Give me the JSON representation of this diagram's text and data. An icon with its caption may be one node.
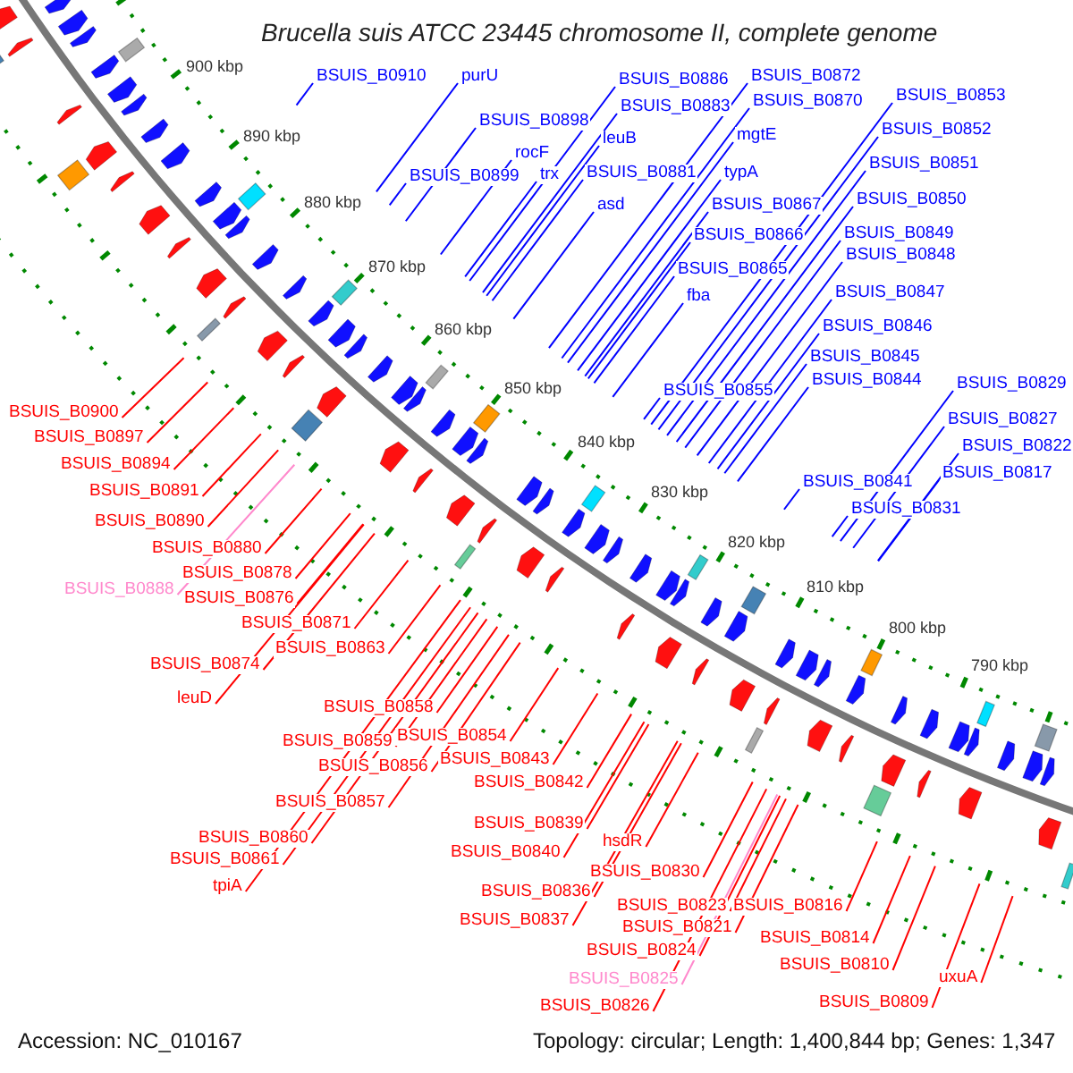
{
  "diagram": {
    "title": "Brucella suis ATCC 23445 chromosome II, complete genome",
    "nodes": [
      {
        "text": [
          "BSUIS_B0910"
        ]
      },
      {
        "text": [
          "purU"
        ]
      },
      {
        "text": [
          "BSUIS_B0886"
        ]
      },
      {
        "text": [
          "BSUIS_B0872"
        ]
      },
      {
        "text": [
          "BSUIS_B0870"
        ]
      },
      {
        "text": [
          "BSUIS_B0883"
        ]
      },
      {
        "text": [
          "BSUIS_B0853"
        ]
      },
      {
        "text": [
          "BSUIS_B0898"
        ]
      },
      {
        "text": [
          "BSUIS_B0852"
        ]
      },
      {
        "text": [
          "mgtE"
        ]
      },
      {
        "text": [
          "leuB"
        ]
      },
      {
        "text": [
          "rocF"
        ]
      },
      {
        "text": [
          "BSUIS_B0851"
        ]
      },
      {
        "text": [
          "typA"
        ]
      },
      {
        "text": [
          "BSUIS_B0881"
        ]
      },
      {
        "text": [
          "trx"
        ]
      },
      {
        "text": [
          "BSUIS_B0899"
        ]
      },
      {
        "text": [
          "BSUIS_B0850"
        ]
      },
      {
        "text": [
          "asd"
        ]
      },
      {
        "text": [
          "BSUIS_B0867"
        ]
      },
      {
        "text": [
          "BSUIS_B0849"
        ]
      },
      {
        "text": [
          "BSUIS_B0866"
        ]
      },
      {
        "text": [
          "BSUIS_B0848"
        ]
      },
      {
        "text": [
          "BSUIS_B0865"
        ]
      },
      {
        "text": [
          "BSUIS_B0847"
        ]
      },
      {
        "text": [
          "fba"
        ]
      },
      {
        "text": [
          "BSUIS_B0846"
        ]
      },
      {
        "text": [
          "BSUIS_B0845"
        ]
      },
      {
        "text": [
          "BSUIS_B0844"
        ]
      },
      {
        "text": [
          "BSUIS_B0829"
        ]
      },
      {
        "text": [
          "BSUIS_B0855"
        ]
      },
      {
        "text": [
          "BSUIS_B0827"
        ]
      },
      {
        "text": [
          "BSUIS_B0822"
        ]
      },
      {
        "text": [
          "BSUIS_B0817"
        ]
      },
      {
        "text": [
          "BSUIS_B0841"
        ]
      },
      {
        "text": [
          "BSUIS_B0831"
        ]
      },
      {
        "text": [
          "BSUIS_B0900"
        ]
      },
      {
        "text": [
          "BSUIS_B0897"
        ]
      },
      {
        "text": [
          "BSUIS_B0894"
        ]
      },
      {
        "text": [
          "BSUIS_B0891"
        ]
      },
      {
        "text": [
          "BSUIS_B0890"
        ]
      },
      {
        "text": [
          "BSUIS_B0880"
        ]
      },
      {
        "text": [
          "BSUIS_B0878"
        ]
      },
      {
        "text": [
          "BSUIS_B0888"
        ]
      },
      {
        "text": [
          "BSUIS_B0876"
        ]
      },
      {
        "text": [
          "BSUIS_B0871"
        ]
      },
      {
        "text": [
          "BSUIS_B0863"
        ]
      },
      {
        "text": [
          "BSUIS_B0874"
        ]
      },
      {
        "text": [
          "leuD"
        ]
      },
      {
        "text": [
          "BSUIS_B0858"
        ]
      },
      {
        "text": [
          "BSUIS_B0854"
        ]
      },
      {
        "text": [
          "BSUIS_B0859"
        ]
      },
      {
        "text": [
          "BSUIS_B0843"
        ]
      },
      {
        "text": [
          "BSUIS_B0856"
        ]
      },
      {
        "text": [
          "BSUIS_B0842"
        ]
      },
      {
        "text": [
          "BSUIS_B0857"
        ]
      },
      {
        "text": [
          "BSUIS_B0839"
        ]
      },
      {
        "text": [
          "BSUIS_B0860"
        ]
      },
      {
        "text": [
          "hsdR"
        ]
      },
      {
        "text": [
          "BSUIS_B0840"
        ]
      },
      {
        "text": [
          "BSUIS_B0861"
        ]
      },
      {
        "text": [
          "BSUIS_B0830"
        ]
      },
      {
        "text": [
          "tpiA"
        ]
      },
      {
        "text": [
          "BSUIS_B0836"
        ]
      },
      {
        "text": [
          "BSUIS_B0823"
        ]
      },
      {
        "text": [
          "BSUIS_B0816"
        ]
      },
      {
        "text": [
          "BSUIS_B0837"
        ]
      },
      {
        "text": [
          "BSUIS_B0821"
        ]
      },
      {
        "text": [
          "BSUIS_B0814"
        ]
      },
      {
        "text": [
          "BSUIS_B0824"
        ]
      },
      {
        "text": [
          "BSUIS_B0810"
        ]
      },
      {
        "text": [
          "uxuA"
        ]
      },
      {
        "text": [
          "BSUIS_B0825"
        ]
      },
      {
        "text": [
          "BSUIS_B0809"
        ]
      },
      {
        "text": [
          "BSUIS_B0826"
        ]
      }
    ],
    "edges": [
      {
        "from": 0,
        "to": null,
        "arrow": "none",
        "color": "#0000ff"
      },
      {
        "from": 1,
        "to": null,
        "arrow": "none",
        "color": "#0000ff"
      },
      {
        "from": 2,
        "to": null,
        "arrow": "none",
        "color": "#0000ff"
      },
      {
        "from": 3,
        "to": null,
        "arrow": "none",
        "color": "#0000ff"
      },
      {
        "from": 4,
        "to": null,
        "arrow": "none",
        "color": "#0000ff"
      },
      {
        "from": 5,
        "to": null,
        "arrow": "none",
        "color": "#0000ff"
      },
      {
        "from": 6,
        "to": null,
        "arrow": "none",
        "color": "#0000ff"
      },
      {
        "from": 7,
        "to": null,
        "arrow": "none",
        "color": "#0000ff"
      },
      {
        "from": 8,
        "to": null,
        "arrow": "none",
        "color": "#0000ff"
      },
      {
        "from": 9,
        "to": null,
        "arrow": "none",
        "color": "#0000ff"
      },
      {
        "from": 10,
        "to": null,
        "arrow": "none",
        "color": "#0000ff"
      },
      {
        "from": 11,
        "to": null,
        "arrow": "none",
        "color": "#0000ff"
      },
      {
        "from": 12,
        "to": null,
        "arrow": "none",
        "color": "#0000ff"
      },
      {
        "from": 13,
        "to": null,
        "arrow": "none",
        "color": "#0000ff"
      },
      {
        "from": 14,
        "to": null,
        "arrow": "none",
        "color": "#0000ff"
      },
      {
        "from": 15,
        "to": null,
        "arrow": "none",
        "color": "#0000ff"
      },
      {
        "from": 16,
        "to": null,
        "arrow": "none",
        "color": "#0000ff"
      },
      {
        "from": 17,
        "to": null,
        "arrow": "none",
        "color": "#0000ff"
      },
      {
        "from": 18,
        "to": null,
        "arrow": "none",
        "color": "#0000ff"
      },
      {
        "from": 19,
        "to": null,
        "arrow": "none",
        "color": "#0000ff"
      },
      {
        "from": 20,
        "to": null,
        "arrow": "none",
        "color": "#0000ff"
      },
      {
        "from": 21,
        "to": null,
        "arrow": "none",
        "color": "#0000ff"
      },
      {
        "from": 22,
        "to": null,
        "arrow": "none",
        "color": "#0000ff"
      },
      {
        "from": 23,
        "to": null,
        "arrow": "none",
        "color": "#0000ff"
      },
      {
        "from": 24,
        "to": null,
        "arrow": "none",
        "color": "#0000ff"
      },
      {
        "from": 25,
        "to": null,
        "arrow": "none",
        "color": "#0000ff"
      },
      {
        "from": 26,
        "to": null,
        "arrow": "none",
        "color": "#0000ff"
      },
      {
        "from": 27,
        "to": null,
        "arrow": "none",
        "color": "#0000ff"
      },
      {
        "from": 28,
        "to": null,
        "arrow": "none",
        "color": "#0000ff"
      },
      {
        "from": 29,
        "to": null,
        "arrow": "none",
        "color": "#0000ff"
      },
      {
        "from": 30,
        "to": null,
        "arrow": "none",
        "color": "#0000ff"
      },
      {
        "from": 31,
        "to": null,
        "arrow": "none",
        "color": "#0000ff"
      },
      {
        "from": 32,
        "to": null,
        "arrow": "none",
        "color": "#0000ff"
      },
      {
        "from": 33,
        "to": null,
        "arrow": "none",
        "color": "#0000ff"
      },
      {
        "from": 34,
        "to": null,
        "arrow": "none",
        "color": "#0000ff"
      },
      {
        "from": 35,
        "to": null,
        "arrow": "none",
        "color": "#0000ff"
      },
      {
        "from": 36,
        "to": null,
        "arrow": "none"
      },
      {
        "from": 37,
        "to": null,
        "arrow": "none"
      },
      {
        "from": 38,
        "to": null,
        "arrow": "none"
      },
      {
        "from": 39,
        "to": null,
        "arrow": "none"
      },
      {
        "from": 40,
        "to": null,
        "arrow": "none"
      },
      {
        "from": 41,
        "to": null,
        "arrow": "none"
      },
      {
        "from": 42,
        "to": null,
        "arrow": "none"
      },
      {
        "from": 43,
        "to": null,
        "arrow": "none",
        "color": "#ff88cc"
      },
      {
        "from": 44,
        "to": null,
        "arrow": "none"
      },
      {
        "from": 45,
        "to": null,
        "arrow": "none"
      },
      {
        "from": 46,
        "to": null,
        "arrow": "none"
      },
      {
        "from": 47,
        "to": null,
        "arrow": "none"
      },
      {
        "from": 48,
        "to": null,
        "arrow": "none"
      },
      {
        "from": 49,
        "to": null,
        "arrow": "none"
      },
      {
        "from": 50,
        "to": null,
        "arrow": "none"
      },
      {
        "from": 51,
        "to": null,
        "arrow": "none"
      },
      {
        "from": 52,
        "to": null,
        "arrow": "none"
      },
      {
        "from": 53,
        "to": null,
        "arrow": "none"
      },
      {
        "from": 54,
        "to": null,
        "arrow": "none"
      },
      {
        "from": 55,
        "to": null,
        "arrow": "none"
      },
      {
        "from": 56,
        "to": null,
        "arrow": "none"
      },
      {
        "from": 57,
        "to": null,
        "arrow": "none"
      },
      {
        "from": 58,
        "to": null,
        "arrow": "none"
      },
      {
        "from": 59,
        "to": null,
        "arrow": "none"
      },
      {
        "from": 60,
        "to": null,
        "arrow": "none"
      },
      {
        "from": 61,
        "to": null,
        "arrow": "none"
      },
      {
        "from": 62,
        "to": null,
        "arrow": "none"
      },
      {
        "from": 63,
        "to": null,
        "arrow": "none"
      },
      {
        "from": 64,
        "to": null,
        "arrow": "none"
      },
      {
        "from": 65,
        "to": null,
        "arrow": "none"
      },
      {
        "from": 66,
        "to": null,
        "arrow": "none"
      },
      {
        "from": 67,
        "to": null,
        "arrow": "none"
      },
      {
        "from": 68,
        "to": null,
        "arrow": "none"
      },
      {
        "from": 69,
        "to": null,
        "arrow": "none"
      },
      {
        "from": 70,
        "to": null,
        "arrow": "none"
      },
      {
        "from": 71,
        "to": null,
        "arrow": "none"
      },
      {
        "from": 72,
        "to": null,
        "arrow": "none",
        "color": "#ff88cc"
      },
      {
        "from": 73,
        "to": null,
        "arrow": "none"
      },
      {
        "from": 74,
        "to": null,
        "arrow": "none"
      }
    ],
    "labels": [
      "900 kbp",
      "890 kbp",
      "880 kbp",
      "870 kbp",
      "860 kbp",
      "850 kbp",
      "840 kbp",
      "830 kbp",
      "820 kbp",
      "810 kbp",
      "800 kbp",
      "790 kbp",
      "Accession: NC_010167",
      "Topology: circular; Length: 1,400,844 bp; Genes: 1,347"
    ]
  }
}
